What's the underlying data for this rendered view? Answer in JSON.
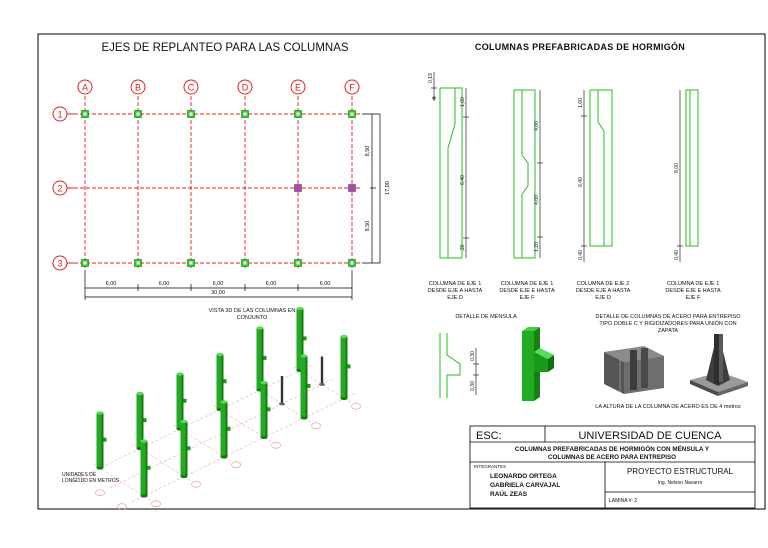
{
  "left_title": "EJES DE REPLANTEO PARA LAS COLUMNAS",
  "right_title": "COLUMNAS PREFABRICADAS DE HORMIGÓN",
  "grid": {
    "column_axes": [
      "A",
      "B",
      "C",
      "D",
      "E",
      "F"
    ],
    "row_axes": [
      "1",
      "2",
      "3"
    ],
    "spans": [
      "6,00",
      "6,00",
      "6,00",
      "6,00",
      "6,00"
    ],
    "total_length": "30,00",
    "vertical_spans": [
      "8,50",
      "8,50"
    ],
    "total_height": "17,00"
  },
  "view3d": {
    "title_line1": "VISTA 3D DE LAS COLUMNAS EN",
    "title_line2": "CONJUNTO",
    "units_line1": "UNIDADES DE",
    "units_line2": "LONGITUD EN METROS"
  },
  "columns": [
    {
      "caption": [
        "COLUMNA DE EJE 1",
        "DESDE EJE A HASTA",
        "EJE D"
      ],
      "dims": [
        "0,19",
        "1,60",
        "6,40",
        ",30"
      ]
    },
    {
      "caption": [
        "COLUMNA DE EJE 1",
        "DESDE EJE E HASTA",
        "EJE F"
      ],
      "dims": [
        "4,00",
        "4,00",
        "1,20"
      ]
    },
    {
      "caption": [
        "COLUMNA DE EJE 2",
        "DESDE EJE A HASTA",
        "EJE D"
      ],
      "dims": [
        "1,60",
        "6,40",
        "0,40"
      ]
    },
    {
      "caption": [
        "COLUMNA DE EJE 1",
        "DESDE EJE E HASTA",
        "EJE F"
      ],
      "dims": [
        "8,00",
        "0,40"
      ]
    }
  ],
  "mensula": {
    "title": "DETALLE DE MÉNSULA",
    "dims": [
      "0,30",
      "0,30"
    ]
  },
  "steel_detail": {
    "title": [
      "DETALLE DE COLUMNAS DE ACERO PARA ENTREPISO",
      "TIPO DOBLE C Y RIGIDIZADORES PARA UNIÓN CON",
      "ZAPATA"
    ],
    "note": "LA ALTURA DE LA COLUMNA DE ACERO ES DE 4 metros"
  },
  "title_block": {
    "esc_label": "ESC:",
    "university": "UNIVERSIDAD DE CUENCA",
    "subject_line1": "COLUMNAS PREFABRICADAS DE HORMIGÓN CON MÉNSULA Y",
    "subject_line2": "COLUMNAS DE ACERO PARA ENTREPISO",
    "members_label": "INTEGRANTES",
    "members": [
      "LEONARDO ORTEGA",
      "GABRIELA CARVAJAL",
      "RAÚL ZEAS"
    ],
    "project": "PROYECTO ESTRUCTURAL",
    "engineer": "Ing. Nelson Navarro",
    "sheet": "LAMINA #:  2"
  },
  "colors": {
    "axis_red": "#e02020",
    "column_green": "#22c022",
    "marker_green": "#33cc33",
    "marker_magenta": "#cc33cc"
  }
}
